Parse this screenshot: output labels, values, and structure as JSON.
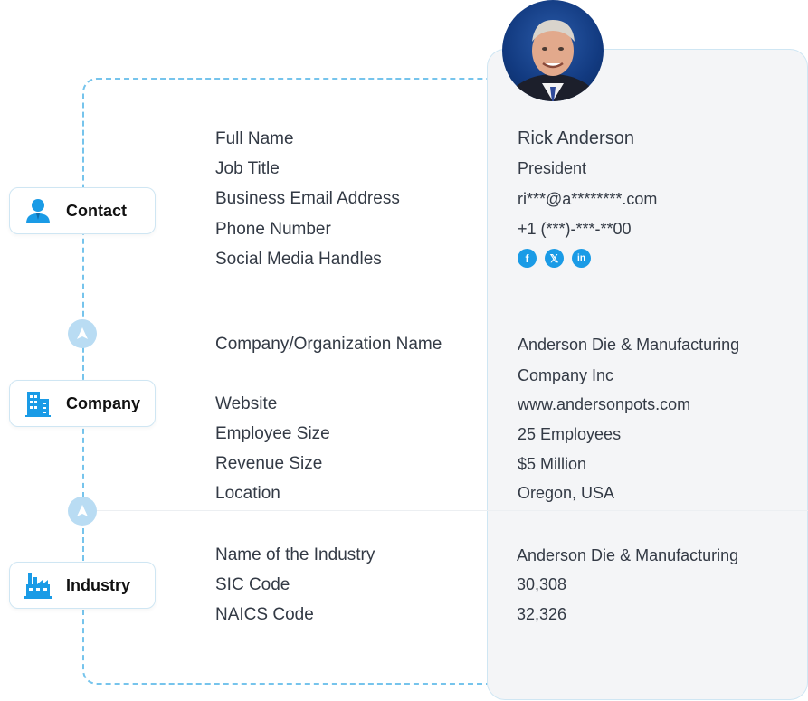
{
  "categories": {
    "contact": {
      "label": "Contact",
      "icon": "person-icon"
    },
    "company": {
      "label": "Company",
      "icon": "building-icon"
    },
    "industry": {
      "label": "Industry",
      "icon": "factory-icon"
    }
  },
  "contact": {
    "labels": [
      "Full Name",
      "Job Title",
      "Business Email Address",
      "Phone Number",
      "Social Media Handles"
    ],
    "full_name": "Rick Anderson",
    "job_title": "President",
    "email": "ri***@a********.com",
    "phone": "+1 (***)-***-**00",
    "social": [
      {
        "icon": "facebook-icon",
        "glyph": "f"
      },
      {
        "icon": "x-twitter-icon",
        "glyph": "𝕏"
      },
      {
        "icon": "linkedin-icon",
        "glyph": "in"
      }
    ]
  },
  "company": {
    "labels": [
      "Company/Organization Name",
      "Website",
      "Employee Size",
      "Revenue Size",
      "Location"
    ],
    "name_line1": "Anderson Die & Manufacturing",
    "name_line2": "Company Inc",
    "website": "www.andersonpots.com",
    "employee_size": "25 Employees",
    "revenue_size": "$5 Million",
    "location": "Oregon, USA"
  },
  "industry": {
    "labels": [
      "Name of the Industry",
      "SIC Code",
      "NAICS Code"
    ],
    "name": "Anderson Die & Manufacturing",
    "sic": "30,308",
    "naics": "32,326"
  },
  "colors": {
    "accent": "#1a9be6",
    "dashed": "#76c4ec",
    "panel": "#f4f5f7"
  }
}
